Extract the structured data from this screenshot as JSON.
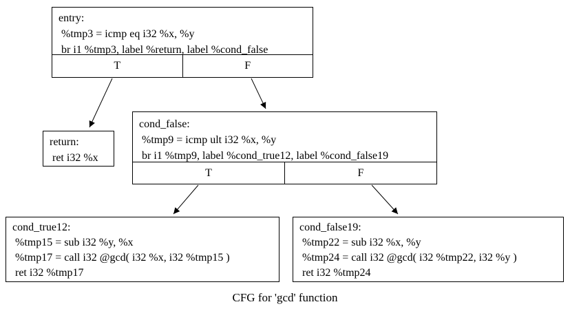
{
  "caption": "CFG for 'gcd' function",
  "colors": {
    "background": "#ffffff",
    "border": "#000000",
    "text": "#000000"
  },
  "nodes": {
    "entry": {
      "lines": [
        "entry:",
        " %tmp3 = icmp eq i32 %x, %y",
        " br i1 %tmp3, label %return, label %cond_false"
      ],
      "true_label": "T",
      "false_label": "F"
    },
    "return": {
      "lines": [
        "return:",
        " ret i32 %x"
      ]
    },
    "cond_false": {
      "lines": [
        "cond_false:",
        " %tmp9 = icmp ult i32 %x, %y",
        " br i1 %tmp9, label %cond_true12, label %cond_false19"
      ],
      "true_label": "T",
      "false_label": "F"
    },
    "cond_true12": {
      "lines": [
        "cond_true12:",
        " %tmp15 = sub i32 %y, %x",
        " %tmp17 = call i32 @gcd( i32 %x, i32 %tmp15 )",
        " ret i32 %tmp17"
      ]
    },
    "cond_false19": {
      "lines": [
        "cond_false19:",
        " %tmp22 = sub i32 %x, %y",
        " %tmp24 = call i32 @gcd( i32 %tmp22, i32 %y )",
        " ret i32 %tmp24"
      ]
    }
  },
  "edges": [
    {
      "from": "entry",
      "branch": "T",
      "to": "return"
    },
    {
      "from": "entry",
      "branch": "F",
      "to": "cond_false"
    },
    {
      "from": "cond_false",
      "branch": "T",
      "to": "cond_true12"
    },
    {
      "from": "cond_false",
      "branch": "F",
      "to": "cond_false19"
    }
  ]
}
